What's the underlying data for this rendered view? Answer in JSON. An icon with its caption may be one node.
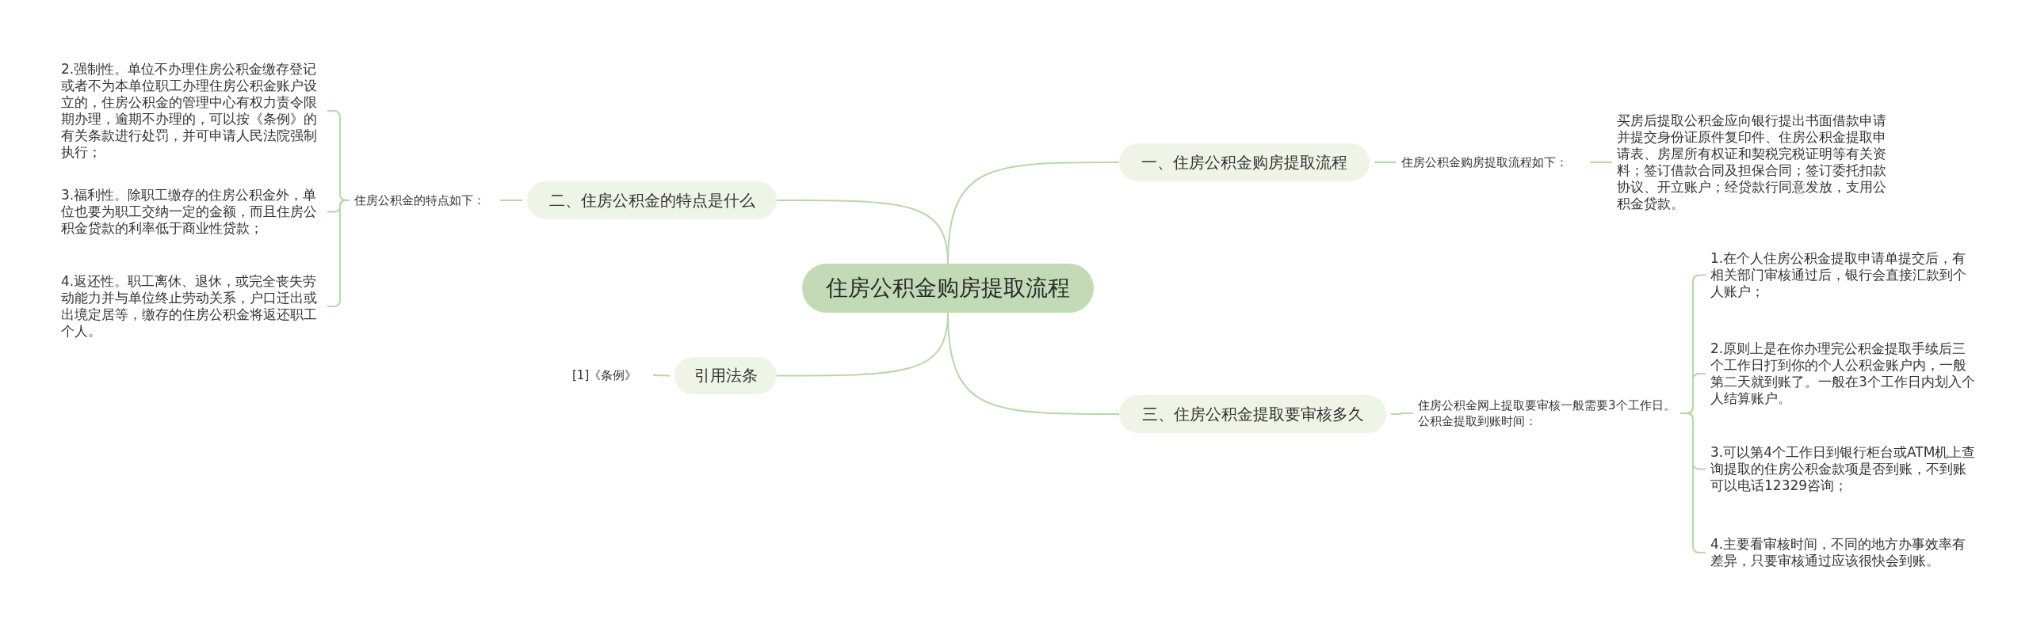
{
  "diagram": {
    "nodes": [
      {
        "text": [
          "住房公积金购房提取流程"
        ]
      },
      {
        "text": [
          "一、住房公积金购房提取流程"
        ]
      },
      {
        "text": [
          "住房公积金购房提取流程如下："
        ]
      },
      {
        "text": [
          "买房后提取公积金应向银行提出书面借款申请并提交身份证原件复印件、住房公积金提取申请表、房屋所有权证和契税完税证明等有关资料；签订借款合同及担保合同；签订委托扣款协议、开立账户；经贷款行同意发放，支用公积金贷款。"
        ]
      },
      {
        "text": [
          "二、住房公积金的特点是什么"
        ]
      },
      {
        "text": [
          "住房公积金的特点如下："
        ]
      },
      {
        "text": [
          "2.强制性。单位不办理住房公积金缴存登记或者不为本单位职工办理住房公积金账户设立的，住房公积金的管理中心有权力责令限期办理，逾期不办理的，可以按《条例》的有关条款进行处罚，并可申请人民法院强制执行；"
        ]
      },
      {
        "text": [
          "3.福利性。除职工缴存的住房公积金外，单位也要为职工交纳一定的金额，而且住房公积金贷款的利率低于商业性贷款；"
        ]
      },
      {
        "text": [
          "4.返还性。职工离休、退休，或完全丧失劳动能力并与单位终止劳动关系，户口迁出或出境定居等，缴存的住房公积金将返还职工个人。"
        ]
      },
      {
        "text": [
          "三、住房公积金提取要审核多久"
        ]
      },
      {
        "text": [
          "住房公积金网上提取要审核一般需要3个工作日。公积金提取到账时间："
        ]
      },
      {
        "text": [
          "1.在个人住房公积金提取申请单提交后，有相关部门审核通过后，银行会直接汇款到个人账户；"
        ]
      },
      {
        "text": [
          "2.原则上是在你办理完公积金提取手续后三个工作日打到你的个人公积金账户内，一般第二天就到账了。一般在3个工作日内划入个人结算账户。"
        ]
      },
      {
        "text": [
          "3.可以第4个工作日到银行柜台或ATM机上查询提取的住房公积金款项是否到账，不到账可以电话12329咨询；"
        ]
      },
      {
        "text": [
          "4.主要看审核时间，不同的地方办事效率有差异，只要审核通过应该很快会到账。"
        ]
      },
      {
        "text": [
          "引用法条"
        ]
      },
      {
        "text": [
          "[1]《条例》"
        ]
      }
    ],
    "edges": [
      {
        "from": 0,
        "to": 1,
        "arrow": "none"
      },
      {
        "from": 1,
        "to": 2,
        "arrow": "none"
      },
      {
        "from": 2,
        "to": 3,
        "arrow": "none"
      },
      {
        "from": 0,
        "to": 4,
        "arrow": "none"
      },
      {
        "from": 4,
        "to": 5,
        "arrow": "none"
      },
      {
        "from": 5,
        "to": 6,
        "arrow": "none"
      },
      {
        "from": 5,
        "to": 7,
        "arrow": "none"
      },
      {
        "from": 5,
        "to": 8,
        "arrow": "none"
      },
      {
        "from": 0,
        "to": 9,
        "arrow": "none"
      },
      {
        "from": 9,
        "to": 10,
        "arrow": "none"
      },
      {
        "from": 10,
        "to": 11,
        "arrow": "none"
      },
      {
        "from": 10,
        "to": 12,
        "arrow": "none"
      },
      {
        "from": 10,
        "to": 13,
        "arrow": "none"
      },
      {
        "from": 10,
        "to": 14,
        "arrow": "none"
      },
      {
        "from": 0,
        "to": 15,
        "arrow": "none"
      },
      {
        "from": 15,
        "to": 16,
        "arrow": "none"
      }
    ]
  }
}
